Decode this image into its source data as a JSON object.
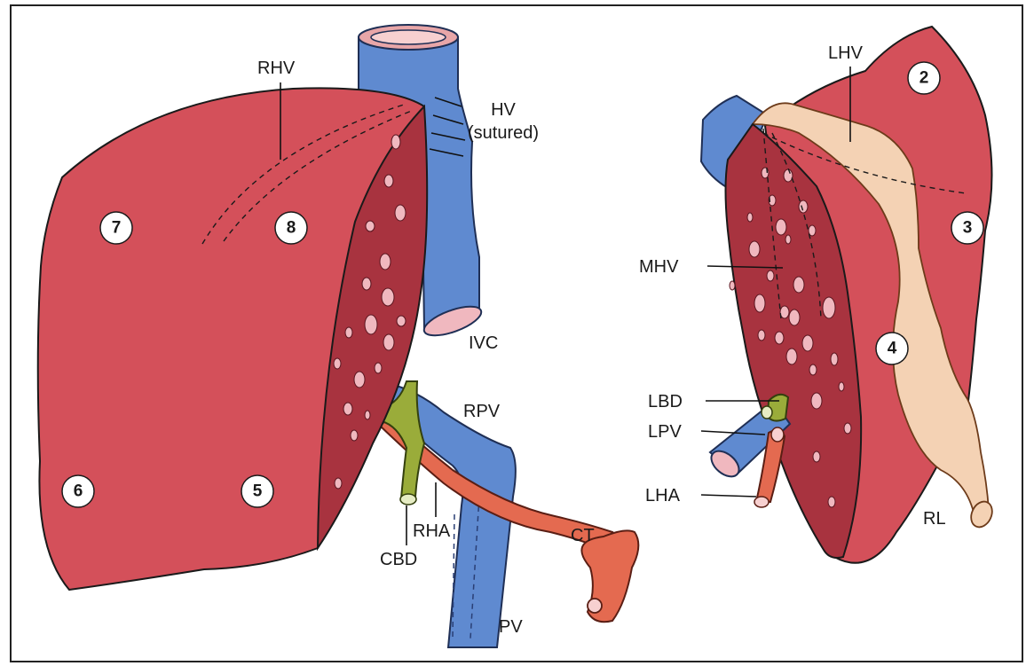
{
  "labels": {
    "rhv": "RHV",
    "hv": "HV",
    "hv_sutured": "(sutured)",
    "ivc": "IVC",
    "rpv": "RPV",
    "rha": "RHA",
    "cbd": "CBD",
    "ct": "CT",
    "pv": "PV",
    "lhv": "LHV",
    "mhv": "MHV",
    "lbd": "LBD",
    "lpv": "LPV",
    "lha": "LHA",
    "rl": "RL"
  },
  "segments": {
    "s2": "2",
    "s3": "3",
    "s4": "4",
    "s5": "5",
    "s6": "6",
    "s7": "7",
    "s8": "8"
  },
  "colors": {
    "liver": "#d4505a",
    "liver_cut": "#a8333f",
    "vein": "#5f8ad0",
    "artery": "#e46a50",
    "bile_duct": "#9aac3a",
    "ligament": "#f4d2b4",
    "hole": "#f0b8bf"
  }
}
